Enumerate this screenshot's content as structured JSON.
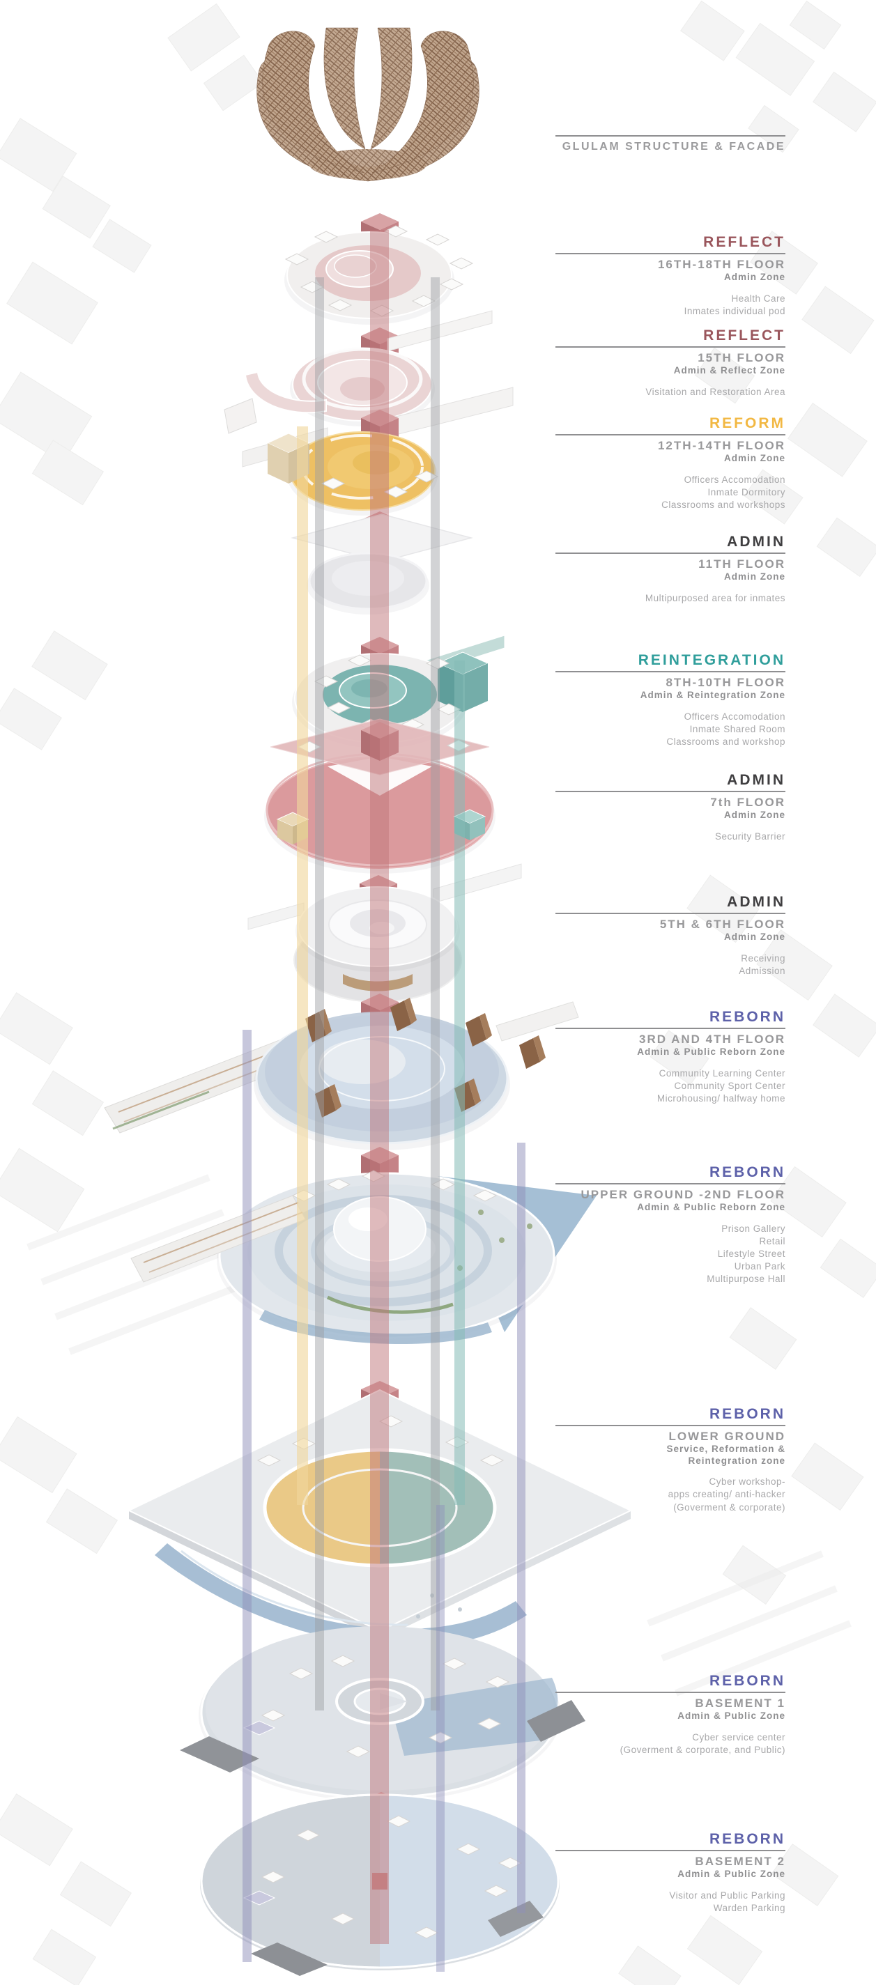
{
  "glulam": {
    "label": "GLULAM STRUCTURE & FACADE"
  },
  "colors": {
    "reflect": "#9a565c",
    "reform": "#f2b843",
    "admin": "#3f3e40",
    "reintegration": "#2f9e9b",
    "reborn": "#5d61a9",
    "floor_title_gray": "#98989a",
    "subzone_gray": "#8f8f91",
    "description_gray": "#a8a8aa",
    "rule_gray": "#8f8f91",
    "core_red": "#c0767a",
    "band_yellow": "#f0d69d",
    "band_teal": "#85bcb6",
    "band_purple": "#8f90ba"
  },
  "floors": [
    {
      "zone": "REFLECT",
      "floor": "16TH-18TH FLOOR",
      "subzone": "Admin  Zone",
      "programs": [
        "Health Care",
        "Inmates individual  pod"
      ]
    },
    {
      "zone": "REFLECT",
      "floor": "15TH FLOOR",
      "subzone": "Admin & Reflect  Zone",
      "programs": [
        "Visitation and Restoration Area"
      ]
    },
    {
      "zone": "REFORM",
      "floor": "12TH-14TH FLOOR",
      "subzone": "Admin  Zone",
      "programs": [
        "Officers Accomodation",
        "Inmate Dormitory",
        "Classrooms and workshops"
      ]
    },
    {
      "zone": "ADMIN",
      "floor": "11TH FLOOR",
      "subzone": "Admin  Zone",
      "programs": [
        "Multipurposed area for inmates"
      ]
    },
    {
      "zone": "REINTEGRATION",
      "floor": "8TH-10TH FLOOR",
      "subzone": "Admin & Reintegration Zone",
      "programs": [
        "Officers Accomodation",
        "Inmate Shared Room",
        "Classrooms and workshop"
      ]
    },
    {
      "zone": "ADMIN",
      "floor": "7th FLOOR",
      "subzone": "Admin Zone",
      "programs": [
        "Security Barrier"
      ]
    },
    {
      "zone": "ADMIN",
      "floor": "5TH & 6TH FLOOR",
      "subzone": "Admin Zone",
      "programs": [
        "Receiving",
        "Admission"
      ]
    },
    {
      "zone": "REBORN",
      "floor": "3RD AND 4TH FLOOR",
      "subzone": "Admin & Public Reborn Zone",
      "programs": [
        "Community Learning Center",
        "Community Sport Center",
        "Microhousing/ halfway home"
      ]
    },
    {
      "zone": "REBORN",
      "floor": "UPPER GROUND -2ND FLOOR",
      "subzone": "Admin & Public Reborn Zone",
      "programs": [
        "Prison Gallery",
        "Retail",
        "Lifestyle Street",
        "Urban Park",
        "Multipurpose Hall"
      ]
    },
    {
      "zone": "REBORN",
      "floor": "LOWER GROUND",
      "subzone": "Service, Reformation &",
      "subzone2": "Reintegration zone",
      "programs": [
        "Cyber workshop-",
        "apps creating/ anti-hacker",
        "(Goverment & corporate)"
      ]
    },
    {
      "zone": "REBORN",
      "floor": "BASEMENT 1",
      "subzone": "Admin & Public Zone",
      "programs": [
        "Cyber service center",
        "(Goverment & corporate, and Public)"
      ]
    },
    {
      "zone": "REBORN",
      "floor": "BASEMENT 2",
      "subzone": "Admin & Public Zone",
      "programs": [
        "Visitor and Public Parking",
        "Warden Parking"
      ]
    }
  ]
}
